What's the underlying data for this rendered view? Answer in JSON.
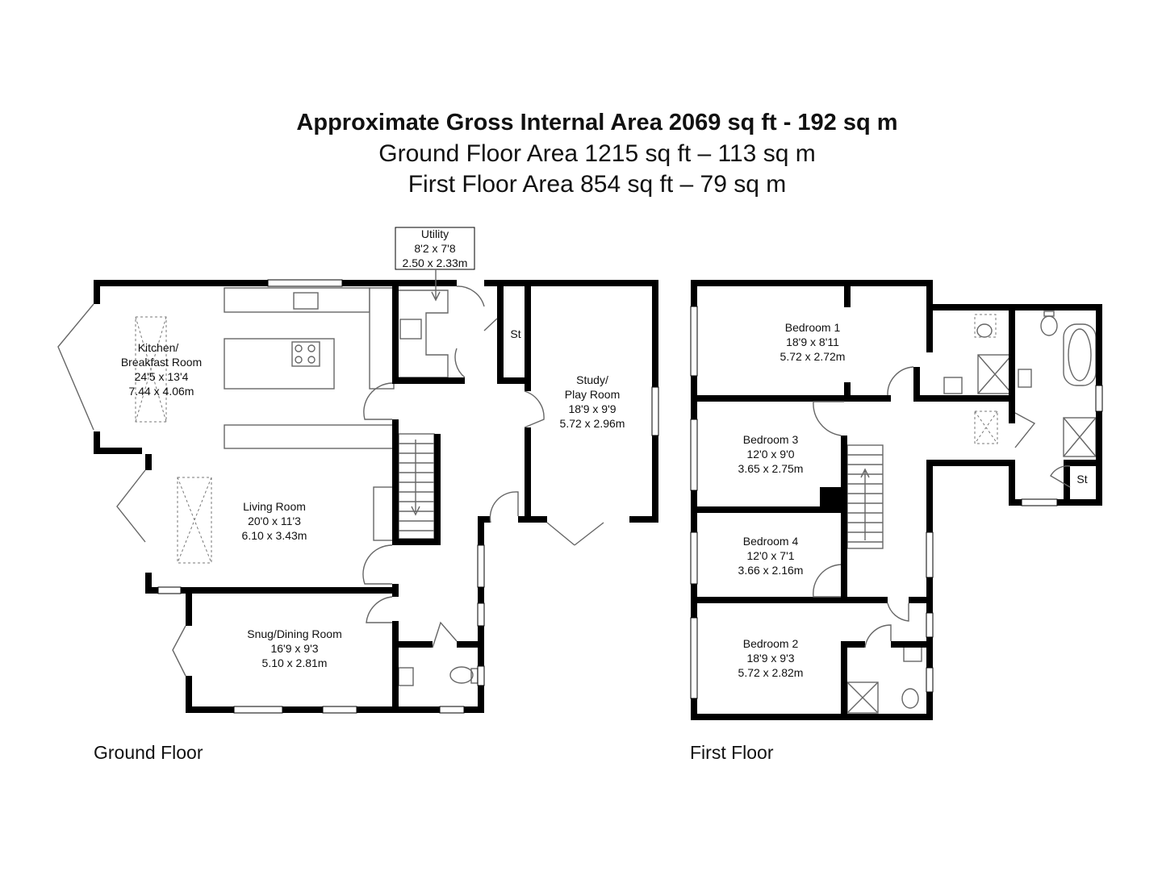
{
  "header": {
    "title": "Approximate Gross Internal Area 2069 sq ft - 192 sq m",
    "ground_area": "Ground Floor Area 1215 sq ft – 113 sq m",
    "first_area": "First Floor Area 854 sq ft – 79 sq m"
  },
  "floors": {
    "ground_label": "Ground Floor",
    "first_label": "First Floor"
  },
  "rooms": {
    "kitchen": {
      "name1": "Kitchen/",
      "name2": "Breakfast Room",
      "imperial": "24'5 x 13'4",
      "metric": "7.44 x 4.06m"
    },
    "utility": {
      "name": "Utility",
      "imperial": "8'2 x 7'8",
      "metric": "2.50 x 2.33m"
    },
    "store_ground": {
      "name": "St"
    },
    "study": {
      "name1": "Study/",
      "name2": "Play Room",
      "imperial": "18'9 x 9'9",
      "metric": "5.72 x 2.96m"
    },
    "living": {
      "name": "Living Room",
      "imperial": "20'0 x 11'3",
      "metric": "6.10 x 3.43m"
    },
    "snug": {
      "name": "Snug/Dining Room",
      "imperial": "16'9 x 9'3",
      "metric": "5.10 x 2.81m"
    },
    "bedroom1": {
      "name": "Bedroom 1",
      "imperial": "18'9 x 8'11",
      "metric": "5.72 x 2.72m"
    },
    "bedroom3": {
      "name": "Bedroom 3",
      "imperial": "12'0 x 9'0",
      "metric": "3.65 x 2.75m"
    },
    "bedroom4": {
      "name": "Bedroom 4",
      "imperial": "12'0 x 7'1",
      "metric": "3.66 x 2.16m"
    },
    "bedroom2": {
      "name": "Bedroom 2",
      "imperial": "18'9 x 9'3",
      "metric": "5.72 x 2.82m"
    },
    "store_first": {
      "name": "St"
    }
  }
}
